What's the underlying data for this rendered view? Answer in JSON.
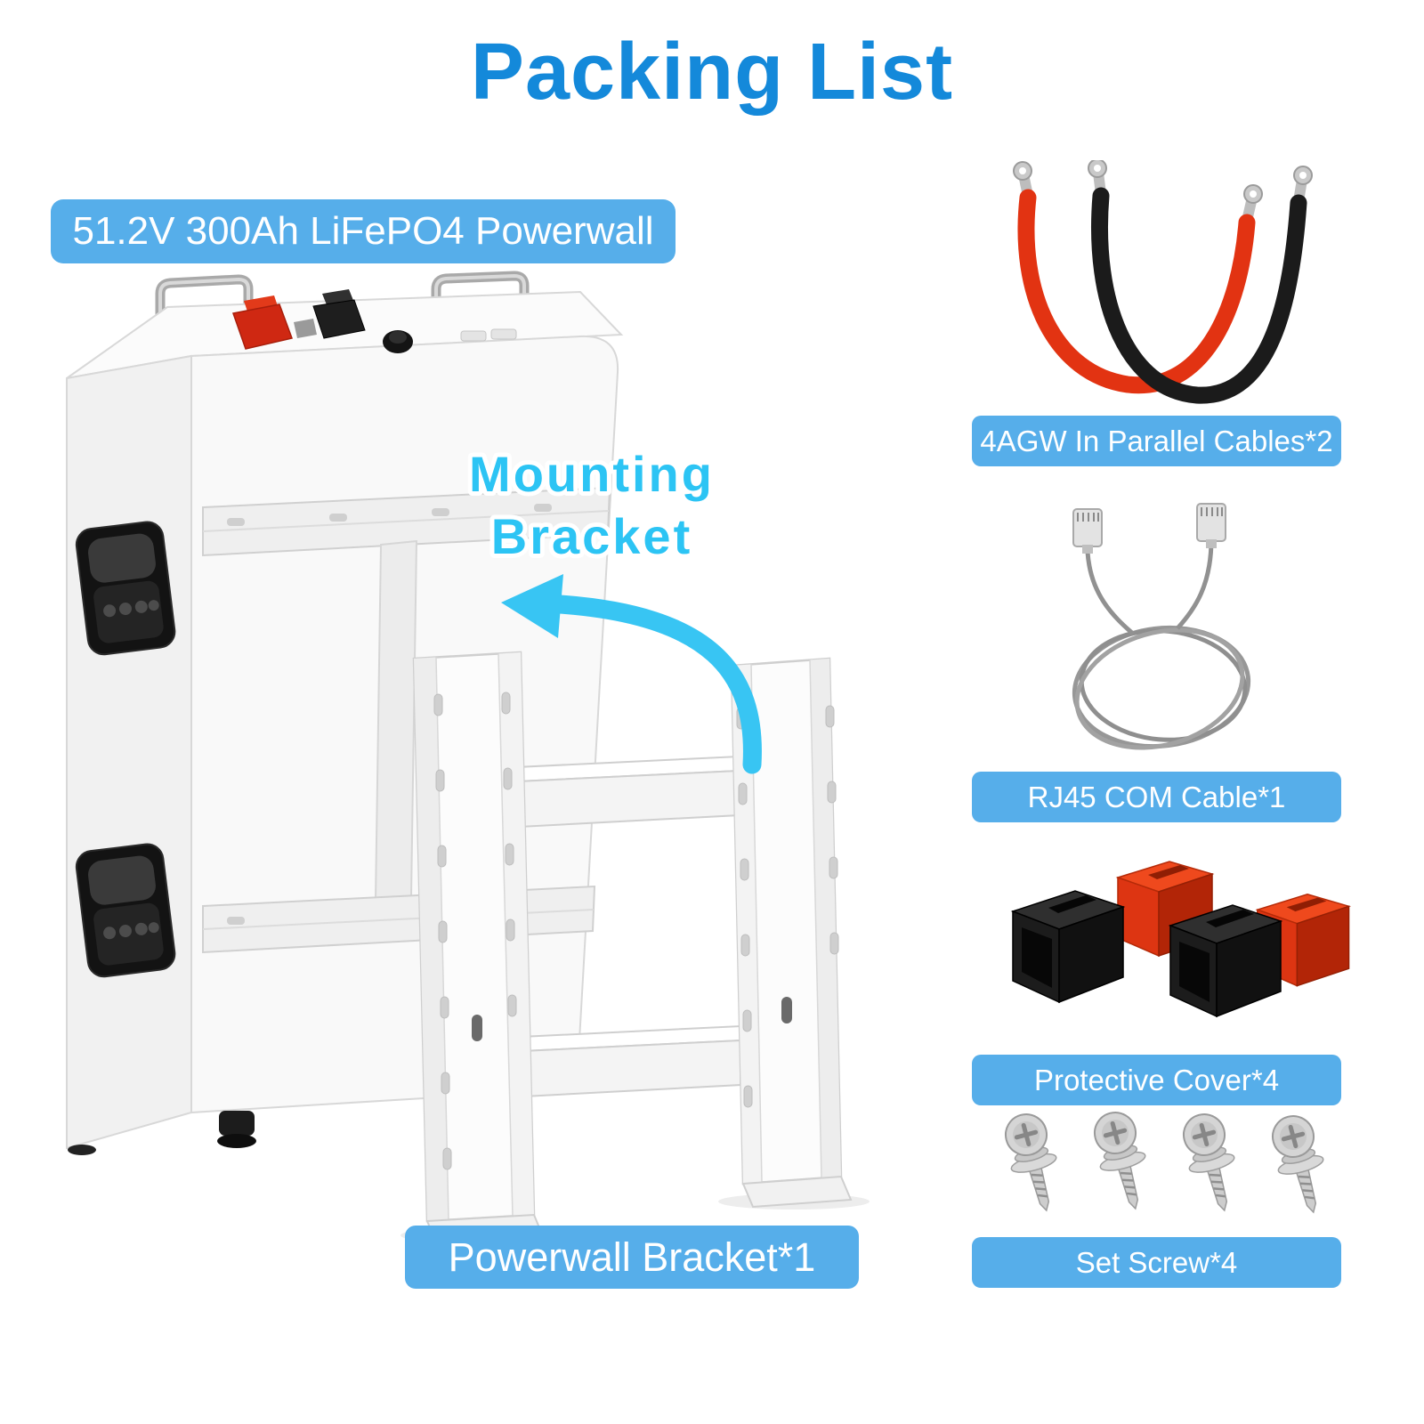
{
  "page": {
    "title": "Packing List"
  },
  "product": {
    "label": "51.2V 300Ah LiFePO4 Powerwall"
  },
  "annotation": {
    "line1": "Mounting",
    "line2": "Bracket"
  },
  "bracket_label": "Powerwall Bracket*1",
  "items": [
    {
      "label": "4AGW In Parallel Cables*2"
    },
    {
      "label": "RJ45 COM Cable*1"
    },
    {
      "label": "Protective Cover*4"
    },
    {
      "label": "Set Screw*4"
    }
  ],
  "colors": {
    "title_blue": "#1489da",
    "pill_blue": "#56aeea",
    "accent_cyan": "#38c5f3",
    "cable_red": "#e23312",
    "cable_black": "#1b1b1b",
    "cover_red": "#dd3512",
    "cover_black": "#1c1c1c"
  }
}
